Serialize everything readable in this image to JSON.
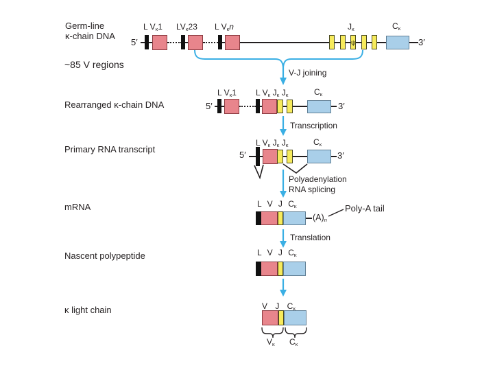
{
  "colors": {
    "pink": "#E8858C",
    "yellow": "#F7EB5C",
    "blue": "#A9CFE9",
    "leader": "#111111",
    "cyan": "#3AAFE4",
    "ink": "#231F20"
  },
  "rows": {
    "germline": {
      "title_line1": "Germ-line",
      "title_line2": "κ-chain DNA",
      "note": "~85 V regions",
      "five_prime": "5′",
      "three_prime": "3′",
      "seg_labels": {
        "v1": "L V{κ}1",
        "v23": "LV{κ}23",
        "vn": "L V{κ}*n*",
        "j": "J{κ}",
        "c": "C{κ}"
      },
      "pseudogene_mark": "ψ"
    },
    "vj_arrow_label": "V-J joining",
    "rearranged": {
      "title": "Rearranged κ-chain DNA",
      "five_prime": "5′",
      "three_prime": "3′",
      "seg_labels": {
        "v1": "L V{κ}1",
        "lvjj": "L V{κ} J{κ} J{κ}",
        "c": "C{κ}"
      }
    },
    "transcription_label": "Transcription",
    "primary": {
      "title": "Primary RNA transcript",
      "five_prime": "5′",
      "three_prime": "3′",
      "seg_labels": {
        "lvjj": "L V{κ} J{κ} J{κ}",
        "c": "C{κ}"
      }
    },
    "polyA_step_label_line1": "Polyadenylation",
    "polyA_step_label_line2": "RNA splicing",
    "mrna": {
      "title": "mRNA",
      "seg_label": "L V J C{κ}",
      "polyA": "(A){*n*}",
      "polyA_tail": "Poly-A tail"
    },
    "translation_label": "Translation",
    "nascent": {
      "title": "Nascent polypeptide",
      "seg_label": "L V J C{κ}"
    },
    "kappa": {
      "title": "κ light chain",
      "seg_label": "V J C{κ}",
      "brace_v_label": "V{κ}",
      "brace_c_label": "C{κ}"
    }
  }
}
